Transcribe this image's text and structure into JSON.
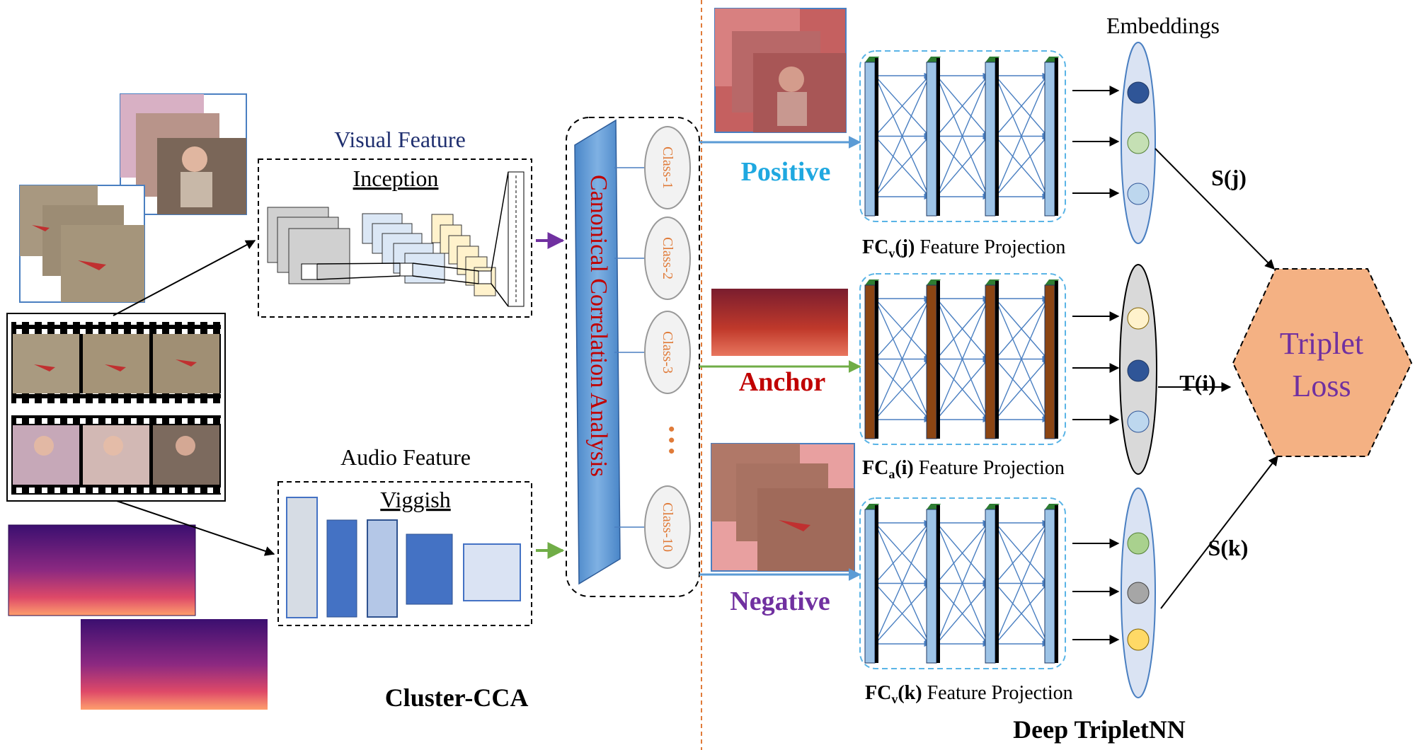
{
  "cluster_cca": {
    "title": "Cluster-CCA",
    "visual": {
      "heading": "Visual Feature",
      "network_label": "Inception"
    },
    "audio": {
      "heading": "Audio Feature",
      "network_label": "Viggish"
    },
    "cca": {
      "label": "Canonical Correlation Analysis",
      "classes": [
        "Class-1",
        "Class-2",
        "Class-3",
        "Class-10"
      ],
      "ellipsis": "• • •"
    }
  },
  "triplet": {
    "title": "Deep TripletNN",
    "embeddings_heading": "Embeddings",
    "loss_label_line1": "Triplet",
    "loss_label_line2": "Loss",
    "branches": [
      {
        "role": "Positive",
        "fc": "FC",
        "sub": "v",
        "arg": "(j)",
        "caption": "Feature Projection",
        "score": "S(j)"
      },
      {
        "role": "Anchor",
        "fc": "FC",
        "sub": "a",
        "arg": "(i)",
        "caption": "Feature Projection",
        "score": "T(i)"
      },
      {
        "role": "Negative",
        "fc": "FC",
        "sub": "v",
        "arg": "(k)",
        "caption": "Feature Projection",
        "score": "S(k)"
      }
    ]
  },
  "colors": {
    "positive": "#1fa8e0",
    "anchor": "#c00000",
    "negative": "#7030a0",
    "cca_label": "#c00000",
    "class_label": "#e07b39",
    "loss_fill": "#f4b183",
    "loss_text": "#7030a0",
    "visual_bar": "#9dc3e6",
    "audio_bar": "#8b4513",
    "arrow_purple": "#7030a0",
    "arrow_green": "#70ad47"
  },
  "icons": {
    "video_frames": "photo-stack-image",
    "audio": "spectrogram-image",
    "filmstrip": "filmstrip-image"
  }
}
